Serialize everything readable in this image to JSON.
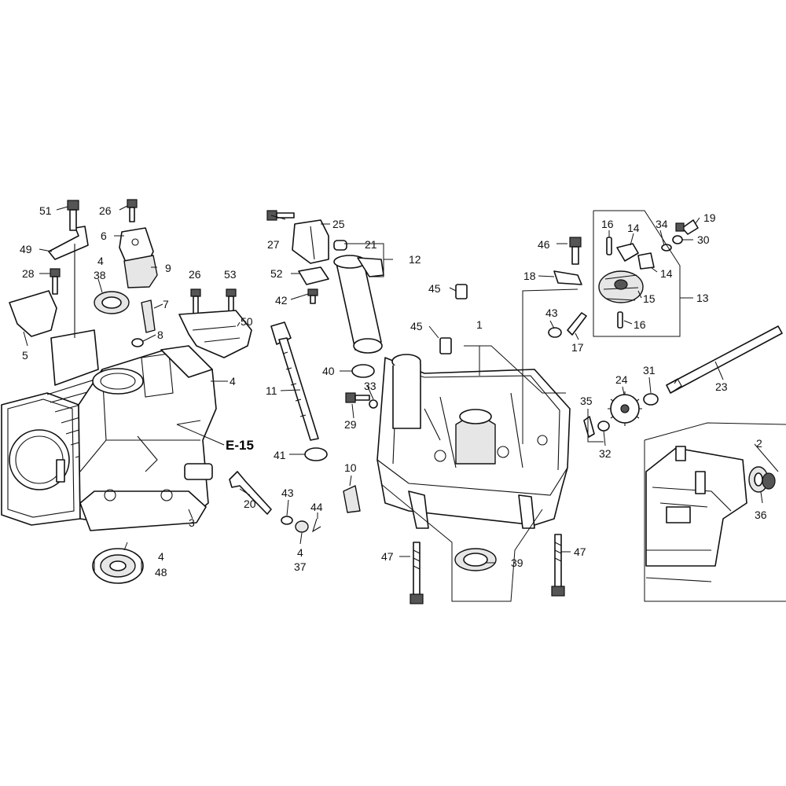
{
  "labels": [
    "51",
    "26",
    "6",
    "49",
    "4",
    "38",
    "9",
    "28",
    "26",
    "53",
    "7",
    "8",
    "50",
    "5",
    "4",
    "E-15",
    "3",
    "4",
    "48",
    "27",
    "25",
    "21",
    "12",
    "52",
    "42",
    "11",
    "40",
    "33",
    "29",
    "41",
    "20",
    "43",
    "44",
    "4",
    "37",
    "45",
    "45",
    "10",
    "47",
    "39",
    "47",
    "1",
    "46",
    "18",
    "43",
    "17",
    "16",
    "14",
    "14",
    "15",
    "16",
    "13",
    "34",
    "19",
    "30",
    "24",
    "31",
    "23",
    "35",
    "32",
    "2",
    "36"
  ],
  "reference": "E-15"
}
